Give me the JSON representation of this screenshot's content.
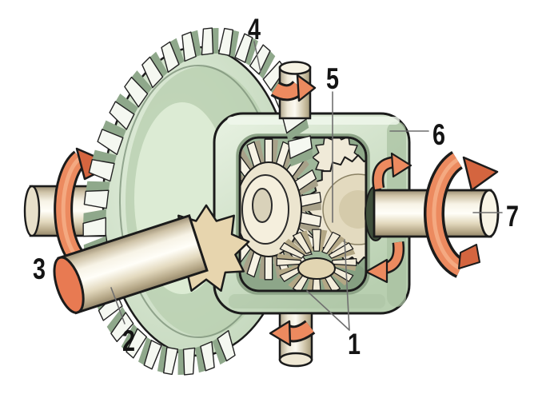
{
  "figure": {
    "kind": "technical-illustration",
    "visible_text_only_numbers": true
  },
  "callouts": [
    {
      "number": "1"
    },
    {
      "number": "2"
    },
    {
      "number": "3"
    },
    {
      "number": "4"
    },
    {
      "number": "5"
    },
    {
      "number": "6"
    },
    {
      "number": "7"
    }
  ],
  "colors": {
    "background": "#ffffff",
    "outline": "#1b1b1b",
    "label": "#141414",
    "leader": "#6f6f6f",
    "orange": "#ec8a5f",
    "orange_dark": "#d4653f",
    "orange_light": "#f6b08a",
    "green_face_light": "#e6f1e0",
    "green_face": "#bfd4b8",
    "green_shade": "#9fb79a",
    "housing_green": "#cfe0c8",
    "metal_cream": "#f6f2e4",
    "metal_shadow": "#b4a686",
    "pinion_tan": "#e7d5ae"
  }
}
